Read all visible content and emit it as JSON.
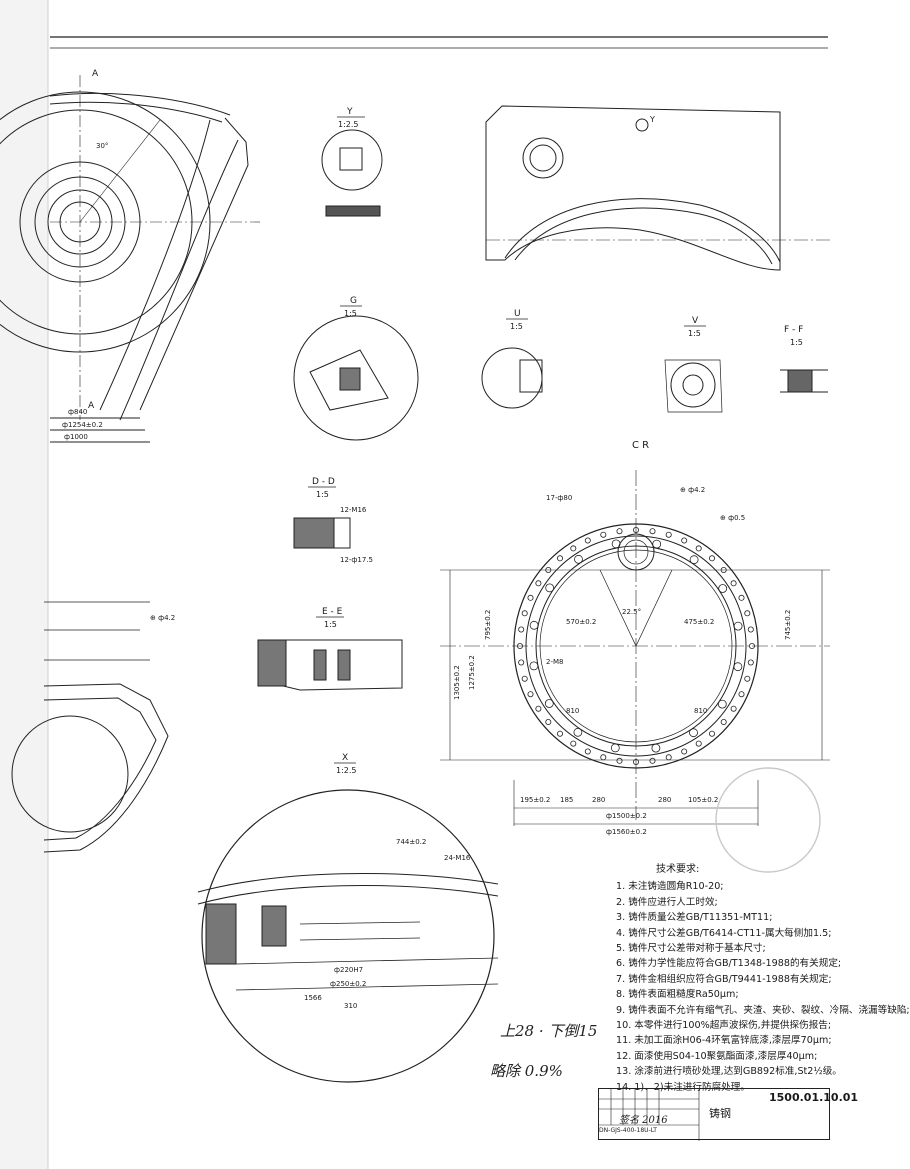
{
  "drawing": {
    "section_labels": {
      "a_top": "A",
      "a_bottom": "A",
      "y": "Y",
      "y_scale": "1:2.5",
      "g": "G",
      "g_scale": "1:5",
      "u": "U",
      "u_scale": "1:5",
      "v": "V",
      "v_scale": "1:5",
      "ff": "F - F",
      "ff_scale": "1:5",
      "cr": "C R",
      "dd": "D - D",
      "dd_scale": "1:5",
      "ee": "E - E",
      "ee_scale": "1:5",
      "x": "X",
      "x_scale": "1:2.5"
    },
    "dimensions": {
      "d840": "ф840",
      "d1254": "ф1254±0.2",
      "d1000": "ф1000",
      "d1500": "ф1500±0.2",
      "d1560": "ф1560±0.2",
      "r1305": "1305±0.2",
      "r1275": "1275±0.2",
      "r810a": "810",
      "r810b": "810",
      "r195": "195±0.2",
      "r185": "185",
      "r280": "280",
      "r280b": "280",
      "r105": "105±0.2",
      "r570": "570±0.2",
      "r475": "475±0.2",
      "r795": "795±0.2",
      "r745": "745±0.2",
      "r744": "744±0.2",
      "r1566": "1566",
      "h12m16": "12-M16",
      "h12d175": "12-ф17.5",
      "h24m16": "24-M16",
      "h17d80": "17-ф80",
      "m8": "2-M8",
      "tol_a": "⊕ ф4.2",
      "tol_b": "⊕ ф0.5",
      "tol_c": "⊕ ф4.2",
      "d220h7": "ф220H7",
      "d250": "ф250±0.2",
      "r310": "310",
      "a22_5": "22.5°",
      "a30": "30°"
    },
    "notes": {
      "heading": "技术要求:",
      "items": [
        "1. 未注铸造圆角R10-20;",
        "2. 铸件应进行人工时效;",
        "3. 铸件质量公差GB/T11351-MT11;",
        "4. 铸件尺寸公差GB/T6414-CT11-属大每侧加1.5;",
        "5. 铸件尺寸公差带对称于基本尺寸;",
        "6. 铸件力学性能应符合GB/T1348-1988的有关规定;",
        "7. 铸件金相组织应符合GB/T9441-1988有关规定;",
        "8. 铸件表面粗糙度Ra50μm;",
        "9. 铸件表面不允许有缩气孔、夹渣、夹砂、裂纹、冷隔、浇漏等缺陷;",
        "10. 本零件进行100%超声波探伤,并提供探伤报告;",
        "11. 未加工面涂H06-4环氧富锌底漆,漆层厚70μm;",
        "12. 面漆使用S04-10聚氨酯面漆,漆层厚40μm;",
        "13. 涂漆前进行喷砂处理,达到GB892标准,St2½级。",
        "14. 1)、2)未注进行防腐处理。"
      ]
    },
    "handwriting": {
      "note1": "上28 · 下倒15",
      "note2": "略除 0.9%"
    },
    "title_block": {
      "code": "1500.01.10.01",
      "material": "铸钢",
      "signature": "签名 2016",
      "sub": "DN-GJS-400-18U-LT"
    }
  }
}
